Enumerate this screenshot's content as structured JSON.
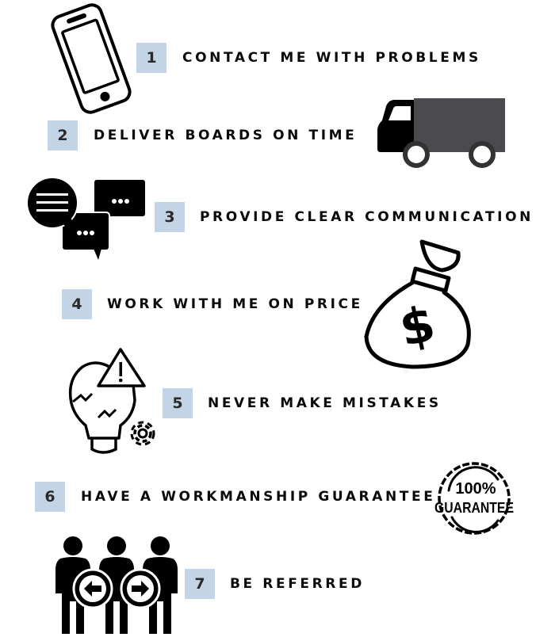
{
  "colors": {
    "number_box": "#c2d4e6",
    "text": "#0a0a0a",
    "truck_body": "#4b4a4f",
    "icon": "#000000"
  },
  "items": [
    {
      "number": "1",
      "label": "CONTACT ME WITH PROBLEMS",
      "icon": "smartphone-icon"
    },
    {
      "number": "2",
      "label": "DELIVER BOARDS ON TIME",
      "icon": "delivery-truck-icon"
    },
    {
      "number": "3",
      "label": "PROVIDE CLEAR COMMUNICATION",
      "icon": "chat-bubbles-icon"
    },
    {
      "number": "4",
      "label": "WORK WITH ME ON PRICE",
      "icon": "money-bag-icon"
    },
    {
      "number": "5",
      "label": "NEVER MAKE MISTAKES",
      "icon": "broken-lightbulb-warning-icon"
    },
    {
      "number": "6",
      "label": "HAVE A WORKMANSHIP GUARANTEE",
      "icon": "guarantee-badge-icon"
    },
    {
      "number": "7",
      "label": "BE REFERRED",
      "icon": "referral-people-icon"
    }
  ],
  "badge": {
    "top_text": "100%",
    "bottom_text": "GUARANTEE"
  }
}
